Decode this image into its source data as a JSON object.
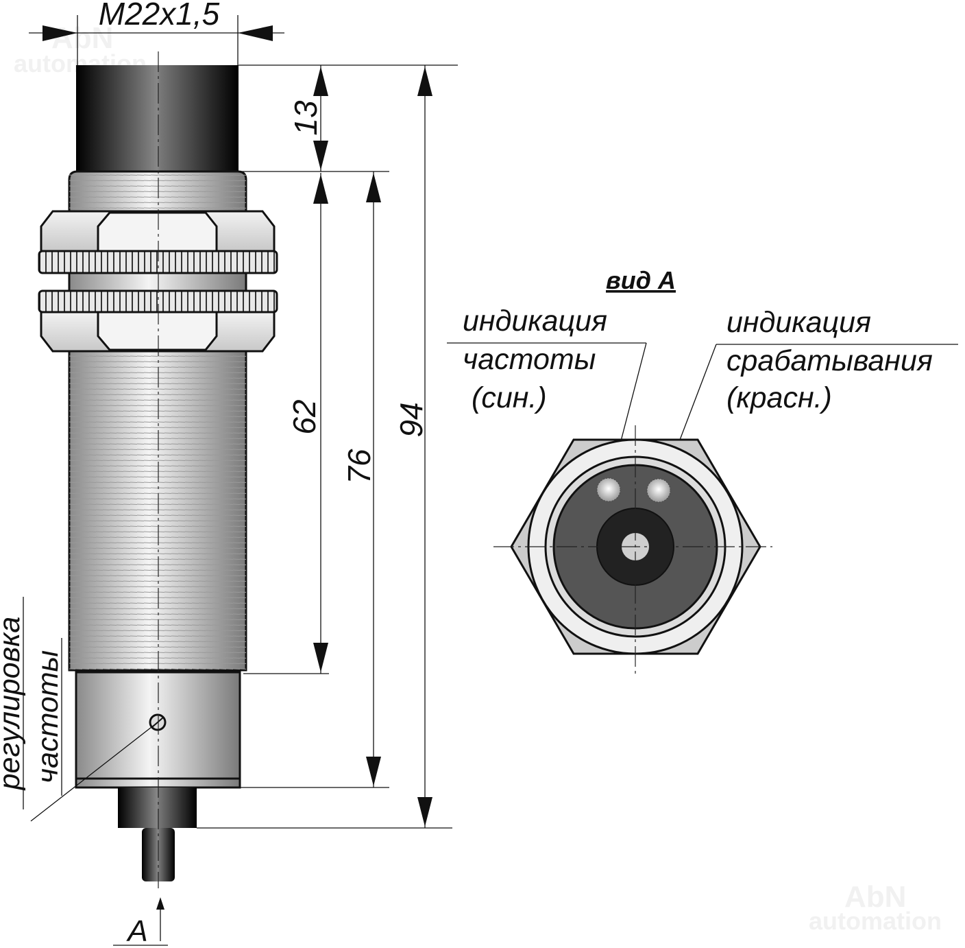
{
  "watermark": {
    "line1": "AbN",
    "line2": "automation"
  },
  "dimensions": {
    "thread": "M22x1,5",
    "cap_length": "13",
    "thread_length": "62",
    "body_length": "76",
    "total_length": "94"
  },
  "labels": {
    "adjust_line1": "регулировка",
    "adjust_line2": "частоты",
    "view_arrow": "A",
    "view_title": "вид А",
    "freq_ind_line1": "индикация",
    "freq_ind_line2": "частоты",
    "freq_ind_line3": "(син.)",
    "trig_ind_line1": "индикация",
    "trig_ind_line2": "срабатывания",
    "trig_ind_line3": "(красн.)"
  },
  "colors": {
    "led": "#f0f0f0",
    "face": "#555555",
    "hex": "#cccccc"
  }
}
